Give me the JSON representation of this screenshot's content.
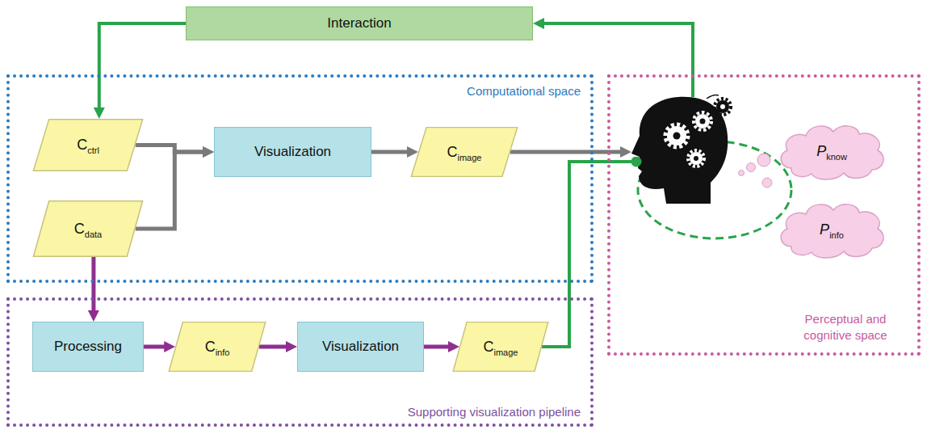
{
  "diagram": {
    "nodes": [
      {
        "text": [
          "Interaction"
        ]
      },
      {
        "text": [
          "Computational space"
        ]
      },
      {
        "text": [
          "C",
          "ctrl"
        ],
        "in": 1
      },
      {
        "text": [
          "C",
          "data"
        ],
        "in": 1
      },
      {
        "text": [
          "Visualization"
        ],
        "in": 1
      },
      {
        "text": [
          "C",
          "image"
        ],
        "in": 1
      },
      {
        "text": [
          "Supporting visualization pipeline"
        ]
      },
      {
        "text": [
          "Processing"
        ],
        "in": 6
      },
      {
        "text": [
          "C",
          "info"
        ],
        "in": 6
      },
      {
        "text": [
          "Visualization"
        ],
        "in": 6
      },
      {
        "text": [
          "C",
          "image"
        ],
        "in": 6
      },
      {
        "text": [
          "Perceptual and cognitive space"
        ]
      },
      {
        "text": [
          "P",
          "know"
        ],
        "in": 11
      },
      {
        "text": [
          "P",
          "info"
        ],
        "in": 11
      }
    ],
    "edges": [
      {
        "from": 0,
        "to": 2,
        "arrow": "to"
      },
      {
        "from": 2,
        "to": 4,
        "arrow": "to"
      },
      {
        "from": 3,
        "to": 4,
        "arrow": "to"
      },
      {
        "from": 4,
        "to": 5,
        "arrow": "to"
      },
      {
        "from": 5,
        "to": 11,
        "arrow": "to"
      },
      {
        "from": 3,
        "to": 7,
        "arrow": "to"
      },
      {
        "from": 7,
        "to": 8,
        "arrow": "to"
      },
      {
        "from": 8,
        "to": 9,
        "arrow": "to"
      },
      {
        "from": 9,
        "to": 10,
        "arrow": "to"
      },
      {
        "from": 10,
        "to": 11,
        "arrow": "to"
      },
      {
        "from": 11,
        "to": 0,
        "arrow": "to"
      }
    ]
  }
}
